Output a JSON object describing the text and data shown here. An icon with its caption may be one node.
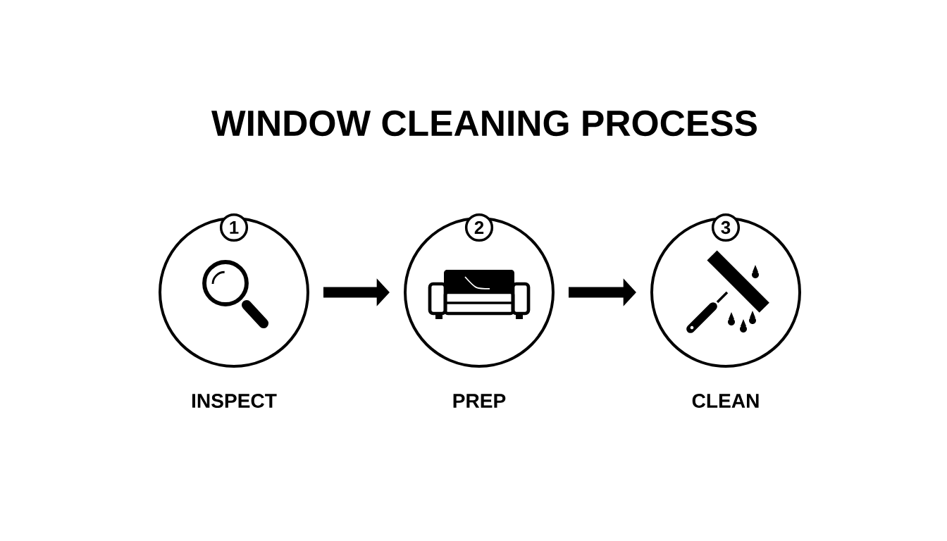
{
  "diagram": {
    "title": "WINDOW CLEANING PROCESS",
    "nodes": [
      {
        "text": [
          "1",
          "INSPECT"
        ]
      },
      {
        "text": [
          "2",
          "PREP"
        ]
      },
      {
        "text": [
          "3",
          "CLEAN"
        ]
      }
    ],
    "edges": [
      {
        "from": 0,
        "to": 1,
        "arrow": "to"
      },
      {
        "from": 1,
        "to": 2,
        "arrow": "to"
      }
    ]
  }
}
